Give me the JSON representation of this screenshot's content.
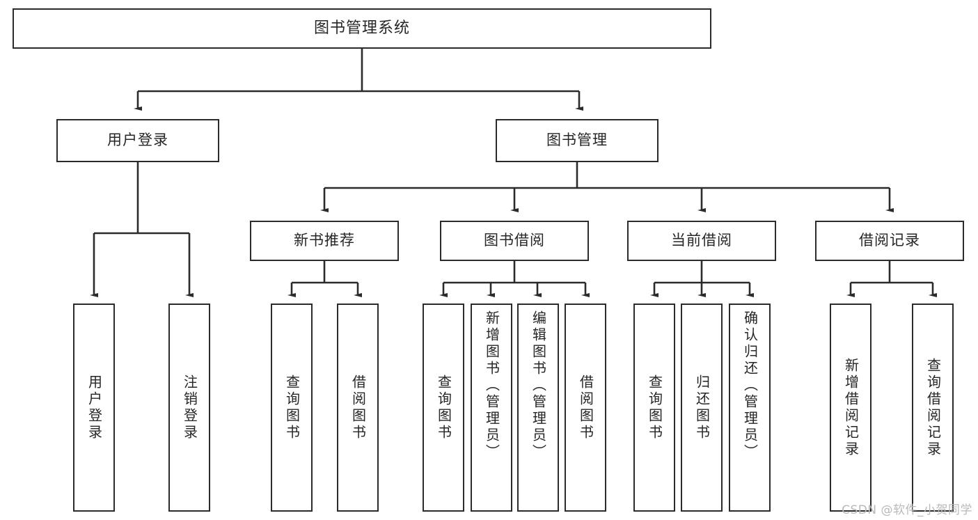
{
  "diagram": {
    "title": "图书管理系统",
    "type": "tree-hierarchy-chart",
    "root": {
      "label": "图书管理系统"
    },
    "level2": [
      {
        "label": "用户登录"
      },
      {
        "label": "图书管理"
      }
    ],
    "level3": [
      {
        "label": "新书推荐"
      },
      {
        "label": "图书借阅"
      },
      {
        "label": "当前借阅"
      },
      {
        "label": "借阅记录"
      }
    ],
    "leaves": {
      "user_login": [
        {
          "label": "用户登录"
        },
        {
          "label": "注销登录"
        }
      ],
      "new_book_recommend": [
        {
          "label": "查询图书"
        },
        {
          "label": "借阅图书"
        }
      ],
      "book_borrow": [
        {
          "label": "查询图书"
        },
        {
          "label": "新增图书（管理员）"
        },
        {
          "label": "编辑图书（管理员）"
        },
        {
          "label": "借阅图书"
        }
      ],
      "current_borrow": [
        {
          "label": "查询图书"
        },
        {
          "label": "归还图书"
        },
        {
          "label": "确认归还（管理员）"
        }
      ],
      "borrow_record": [
        {
          "label": "新增借阅记录"
        },
        {
          "label": "查询借阅记录"
        }
      ]
    }
  },
  "watermark": {
    "text": "CSDN @软件_小贺同学"
  },
  "colors": {
    "border": "#2b2b2b",
    "text": "#262626",
    "background": "#ffffff",
    "connector": "#2b2b2b",
    "watermark": "#b9b9b9"
  }
}
